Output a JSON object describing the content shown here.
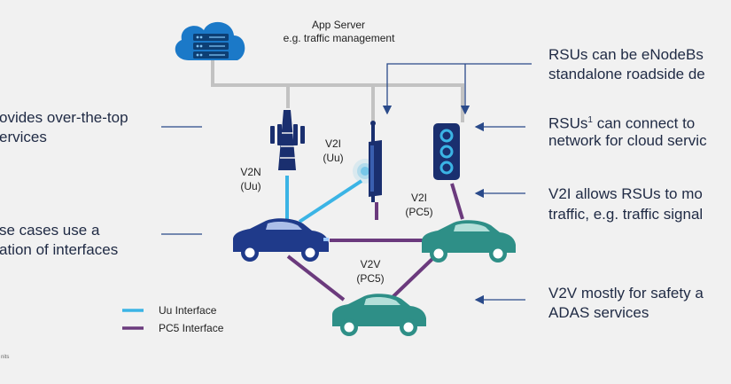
{
  "app_server": {
    "title": "App Server",
    "subtitle": "e.g. traffic management"
  },
  "left_notes": {
    "ott": [
      "ovides over-the-top",
      "ervices"
    ],
    "interfaces": [
      "se cases use a",
      "ation of interfaces"
    ]
  },
  "right_notes": {
    "rsu_enodeb": [
      "RSUs can be eNodeBs",
      "standalone roadside de"
    ],
    "rsu_connect": {
      "prefix": "RSUs",
      "sup": "1",
      "line1_rest": " can connect to",
      "line2": "network for cloud servic"
    },
    "v2i_allows": [
      "V2I allows RSUs to mo",
      "traffic, e.g. traffic signal"
    ],
    "v2v_safety": [
      "V2V mostly for safety a",
      "ADAS services"
    ]
  },
  "links": {
    "v2n": [
      "V2N",
      "(Uu)"
    ],
    "v2i_uu": [
      "V2I",
      "(Uu)"
    ],
    "v2i_pc5": [
      "V2I",
      "(PC5)"
    ],
    "v2v": [
      "V2V",
      "(PC5)"
    ]
  },
  "legend": {
    "uu": {
      "label": "Uu Interface",
      "color": "#3bb4e5"
    },
    "pc5": {
      "label": "PC5 Interface",
      "color": "#6b3a7d"
    }
  },
  "footnote": "nits",
  "colors": {
    "cloud": "#1b79c8",
    "server": "#0d3f74",
    "navy": "#1a2f6f",
    "teal_car": "#2e8f87",
    "blue_car": "#1f3a8a",
    "gray_line": "#c2c2c2",
    "arrow": "#2a4a8a"
  }
}
